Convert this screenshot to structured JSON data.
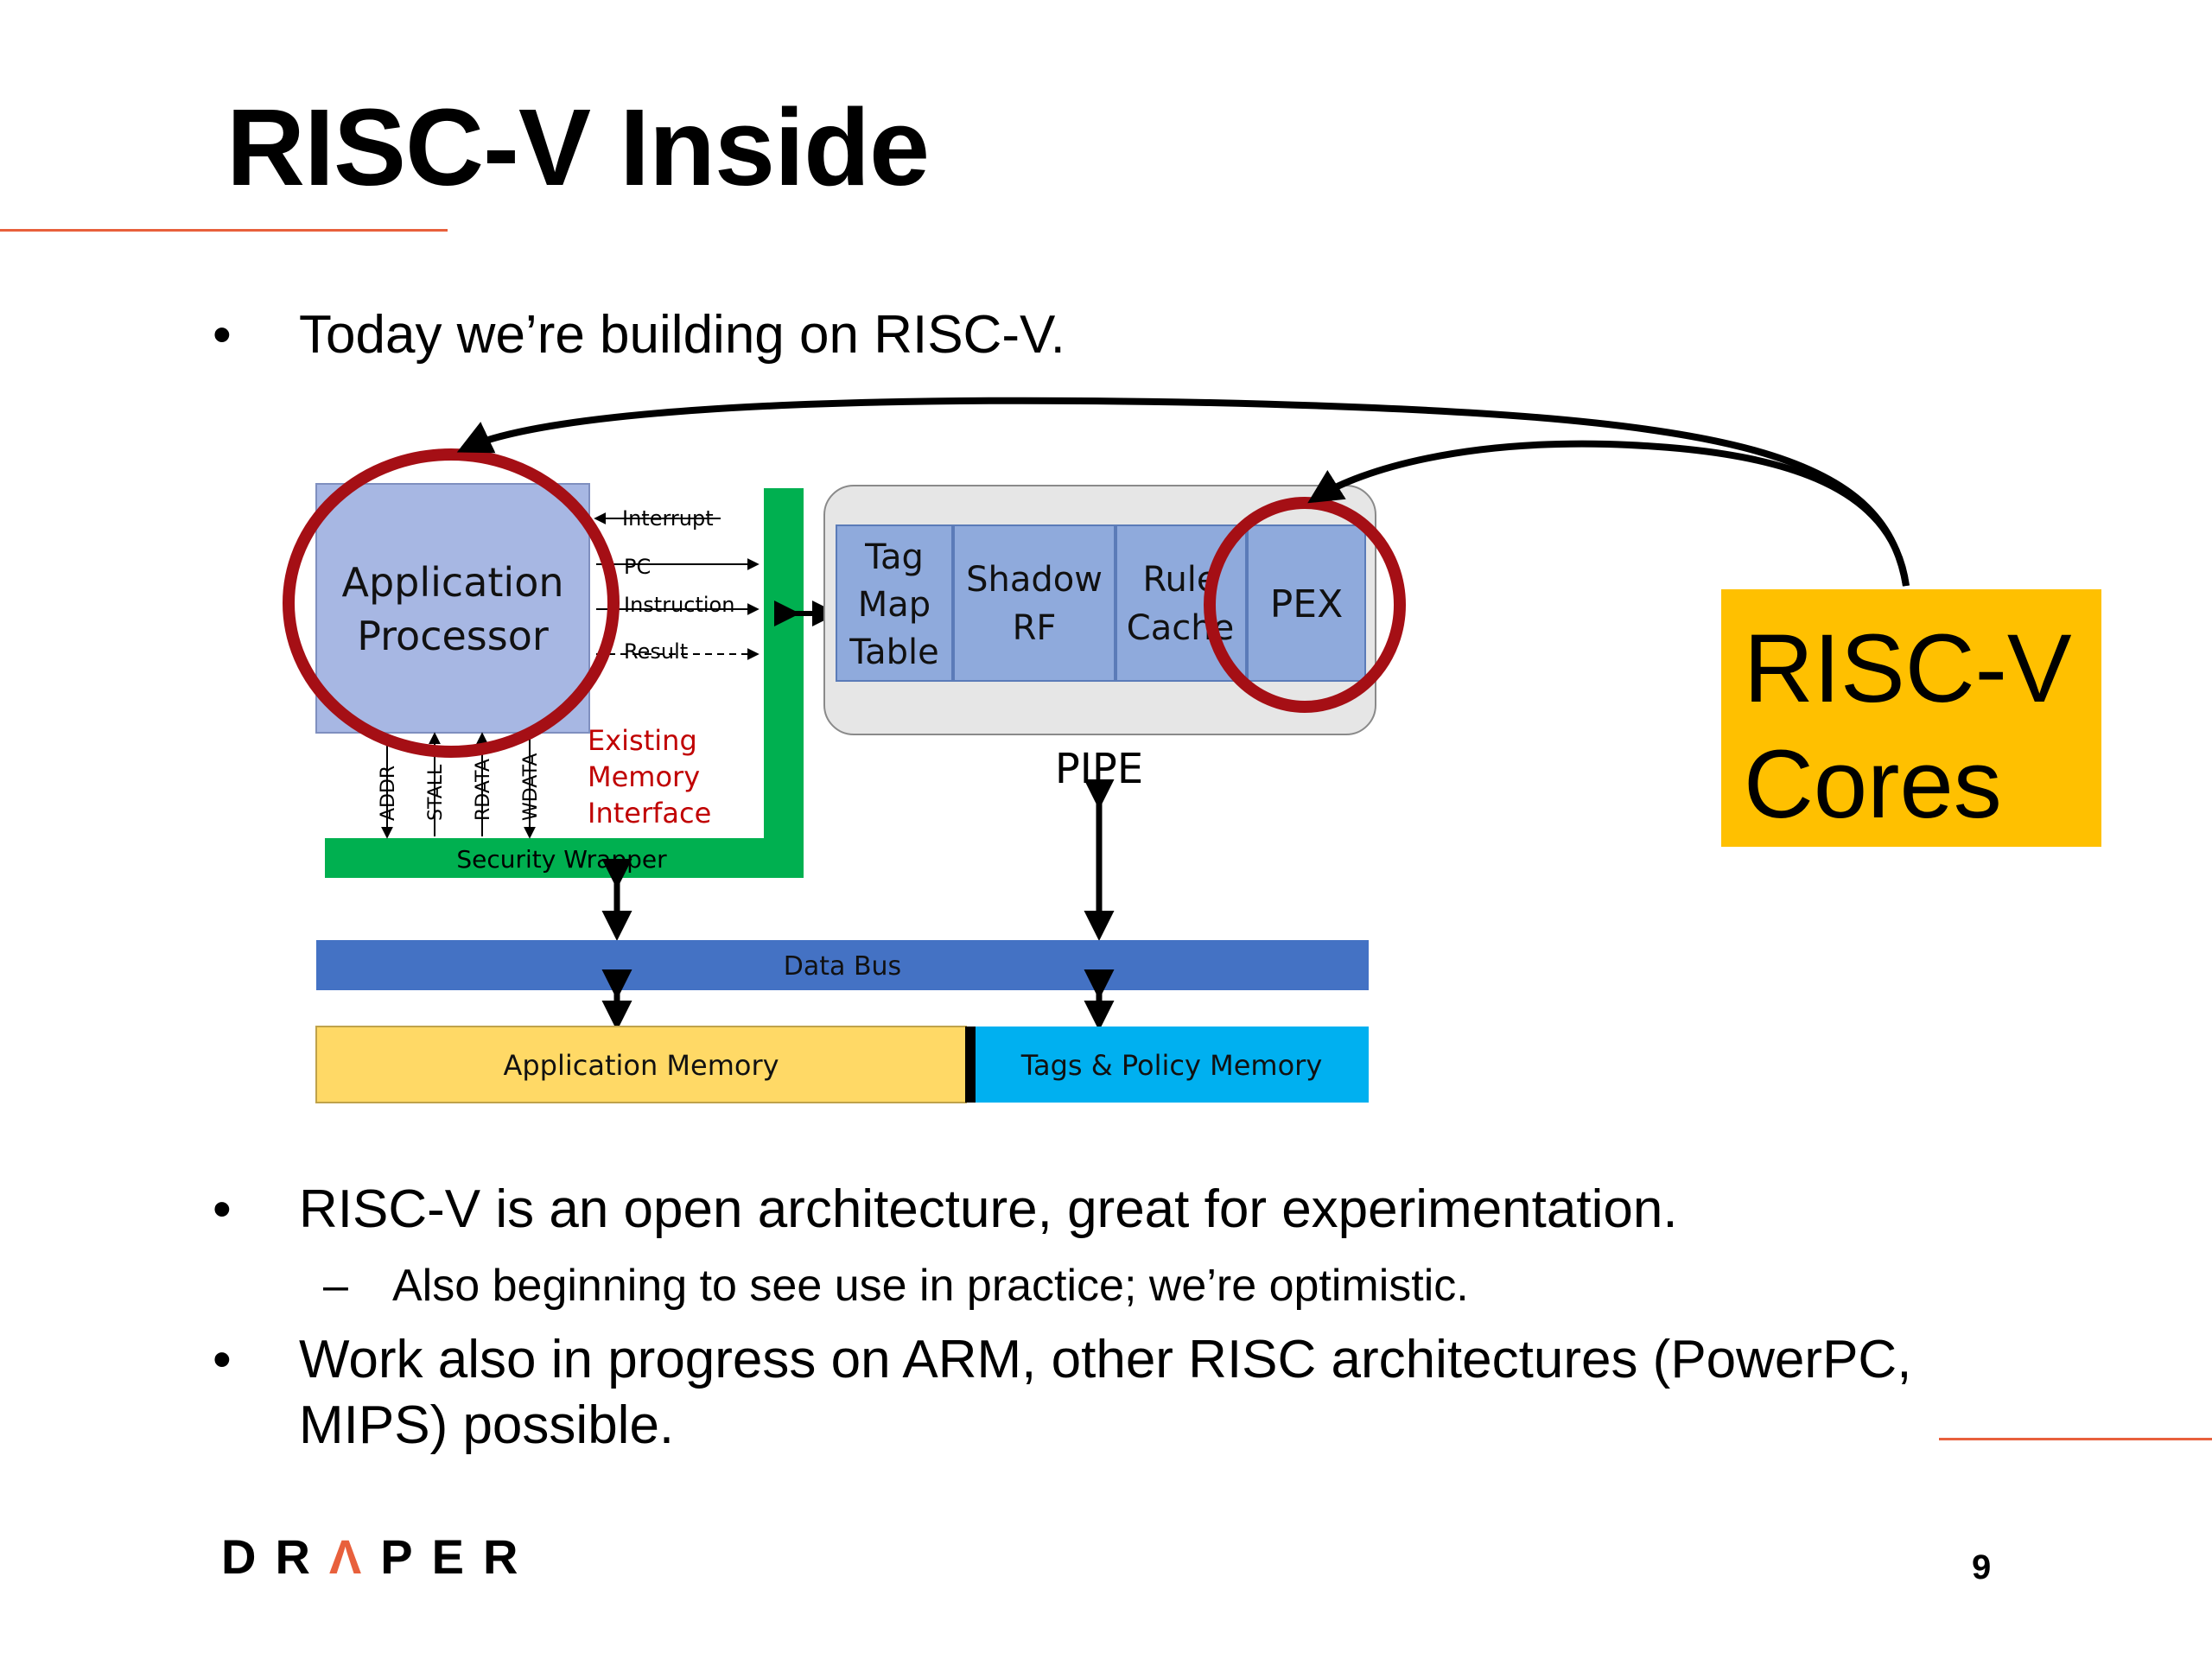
{
  "slide": {
    "title": "RISC-V Inside",
    "bullets": [
      {
        "marker": "•",
        "text": "Today we’re building on RISC-V."
      },
      {
        "marker": "•",
        "text": "RISC-V is an open architecture, great for experimentation."
      },
      {
        "marker": "–",
        "text": "Also beginning to see use in practice; we’re optimistic."
      },
      {
        "marker": "•",
        "lines": [
          "Work also in progress on ARM, other RISC architectures (PowerPC,",
          "MIPS) possible."
        ]
      }
    ],
    "logo": {
      "left": "DR",
      "caret": "Λ",
      "right": "PER"
    },
    "page_number": "9",
    "accent_color": "#e8603c"
  },
  "diagram": {
    "app_processor": [
      "Application",
      "Processor"
    ],
    "signals_right": [
      "Interrupt",
      "PC",
      "Instruction",
      "Result"
    ],
    "signals_bottom": [
      "ADDR",
      "STALL",
      "RDATA",
      "WDATA"
    ],
    "existing_memory": [
      "Existing",
      "Memory",
      "Interface"
    ],
    "security_wrapper": "Security Wrapper",
    "pipe_blocks": {
      "tag_map": [
        "Tag",
        "Map",
        "Table"
      ],
      "shadow_rf": [
        "Shadow",
        "RF"
      ],
      "rule_cache": [
        "Rule",
        "Cache"
      ],
      "pex": "PEX"
    },
    "pipe_label": "PIPE",
    "data_bus": "Data Bus",
    "app_memory": "Application Memory",
    "tags_memory": "Tags & Policy Memory",
    "cores_label": [
      "RISC-V",
      "Cores"
    ],
    "colors": {
      "processor": "#a7b7e3",
      "pipe_block": "#8faadc",
      "security_wrapper": "#00b050",
      "data_bus": "#4472c4",
      "app_memory": "#ffd966",
      "tags_memory": "#00b0f0",
      "highlight_circle": "#a50f15",
      "cores_box": "#ffc000",
      "existing_memory_text": "#c00000"
    }
  }
}
